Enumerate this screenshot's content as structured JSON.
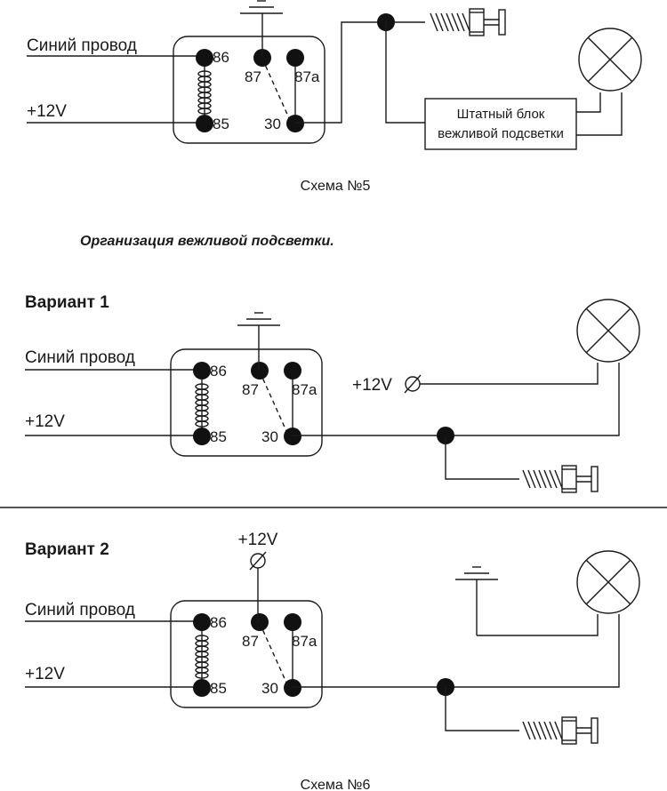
{
  "scheme5": {
    "caption": "Схема №5",
    "left_labels": {
      "blue_wire": "Синий провод",
      "plus12": "+12V"
    },
    "relay_pins": {
      "p86": "86",
      "p85": "85",
      "p87": "87",
      "p87a": "87a",
      "p30": "30"
    },
    "block_label_line1": "Штатный блок",
    "block_label_line2": "вежливой подсветки"
  },
  "section_title": "Организация вежливой подсветки.",
  "variant1": {
    "title": "Вариант 1",
    "left_labels": {
      "blue_wire": "Синий провод",
      "plus12": "+12V"
    },
    "relay_pins": {
      "p86": "86",
      "p85": "85",
      "p87": "87",
      "p87a": "87a",
      "p30": "30"
    },
    "supply_label": "+12V"
  },
  "variant2": {
    "title": "Вариант 2",
    "left_labels": {
      "blue_wire": "Синий провод",
      "plus12": "+12V"
    },
    "relay_pins": {
      "p86": "86",
      "p85": "85",
      "p87": "87",
      "p87a": "87a",
      "p30": "30"
    },
    "supply_label": "+12V"
  },
  "scheme6": {
    "caption": "Схема №6"
  },
  "icons": {
    "ground": "ground-symbol",
    "lamp": "lamp-cross-circle",
    "door_switch": "door-switch-spring",
    "terminal": "terminal-circle-slash",
    "relay_coil": "coil-spring",
    "junction": "filled-dot"
  }
}
